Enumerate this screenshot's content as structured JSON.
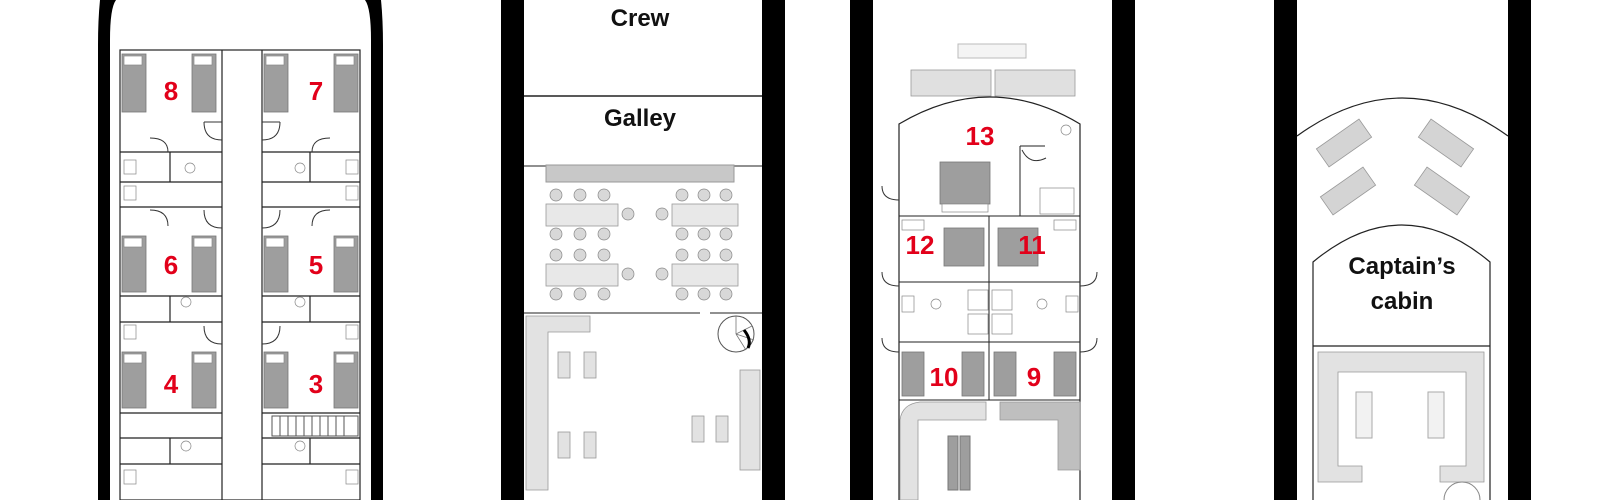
{
  "deck_1": {
    "cabins": [
      "8",
      "7",
      "6",
      "5",
      "4",
      "3"
    ]
  },
  "deck_2": {
    "crew_label": "Crew",
    "galley_label": "Galley"
  },
  "deck_3": {
    "cabins": [
      "13",
      "12",
      "11",
      "10",
      "9"
    ]
  },
  "deck_4": {
    "captains_cabin_line1": "Captain’s",
    "captains_cabin_line2": "cabin"
  },
  "colors": {
    "hull": "#000000",
    "cabin_number": "#e2001a",
    "furniture_fill": "#9e9e9e",
    "furniture_light": "#e6e6e6",
    "furniture_stroke": "#8c8c8c",
    "room_label": "#111111"
  }
}
